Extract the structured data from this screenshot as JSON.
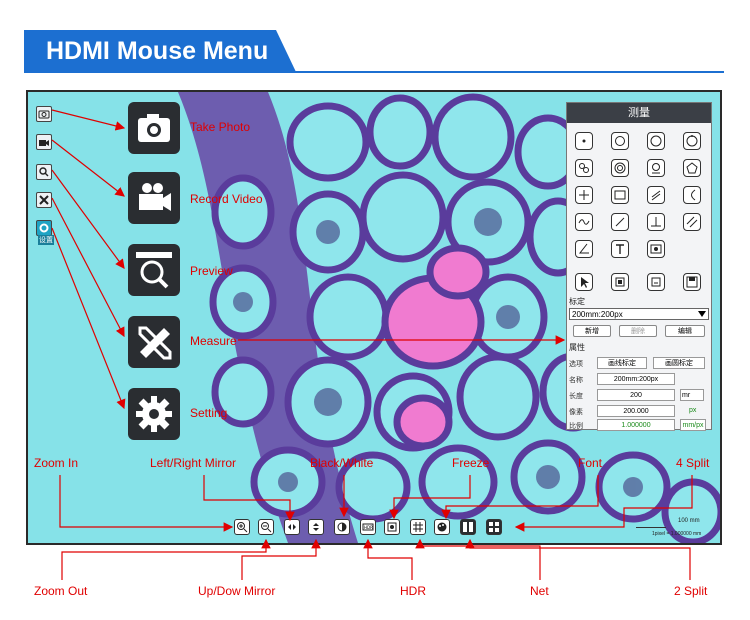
{
  "header": {
    "title": "HDMI Mouse Menu",
    "color": "#1c6fd1"
  },
  "menu": {
    "take_photo": "Take Photo",
    "record_video": "Record Video",
    "preview": "Preview",
    "measure": "Measure",
    "setting": "Setting",
    "selected_label": "设置"
  },
  "panel": {
    "title": "测量",
    "calibrate_label": "标定",
    "calibration_value": "200mm:200px",
    "btn_new": "新增",
    "btn_delete": "删除",
    "btn_edit": "编辑",
    "properties_label": "属性",
    "option_label": "选项",
    "option_line": "画线标定",
    "option_circle": "画圆标定",
    "name_label": "名称",
    "name_value": "200mm:200px",
    "length_label": "长度",
    "length_value": "200",
    "length_unit": "mr",
    "pixel_label": "像素",
    "pixel_value": "200.000",
    "pixel_unit": "px",
    "ratio_label": "比例",
    "ratio_value": "1.000000",
    "ratio_unit": "mm/px"
  },
  "scale": {
    "length": "100 mm",
    "ratio": "1pixel = 1.000000 mm"
  },
  "annotations": {
    "zoom_in": "Zoom In",
    "lr_mirror": "Left/Right Mirror",
    "black_white": "Black/White",
    "freeze": "Freeze",
    "font": "Font",
    "four_split": "4 Split",
    "zoom_out": "Zoom Out",
    "ud_mirror": "Up/Dow Mirror",
    "hdr": "HDR",
    "net": "Net",
    "two_split": "2 Split"
  },
  "toolbar_icons": [
    "zoom-in-icon",
    "zoom-out-icon",
    "left-right-mirror-icon",
    "up-down-mirror-icon",
    "black-white-icon",
    "hdr-icon",
    "freeze-icon",
    "net-icon",
    "font-icon",
    "two-split-icon",
    "four-split-icon"
  ],
  "colors": {
    "annotation": "#e00000",
    "tissue_cyan": "#7fe0e6",
    "tissue_purple": "#5a3c9c",
    "tissue_pink": "#f07bd0"
  }
}
